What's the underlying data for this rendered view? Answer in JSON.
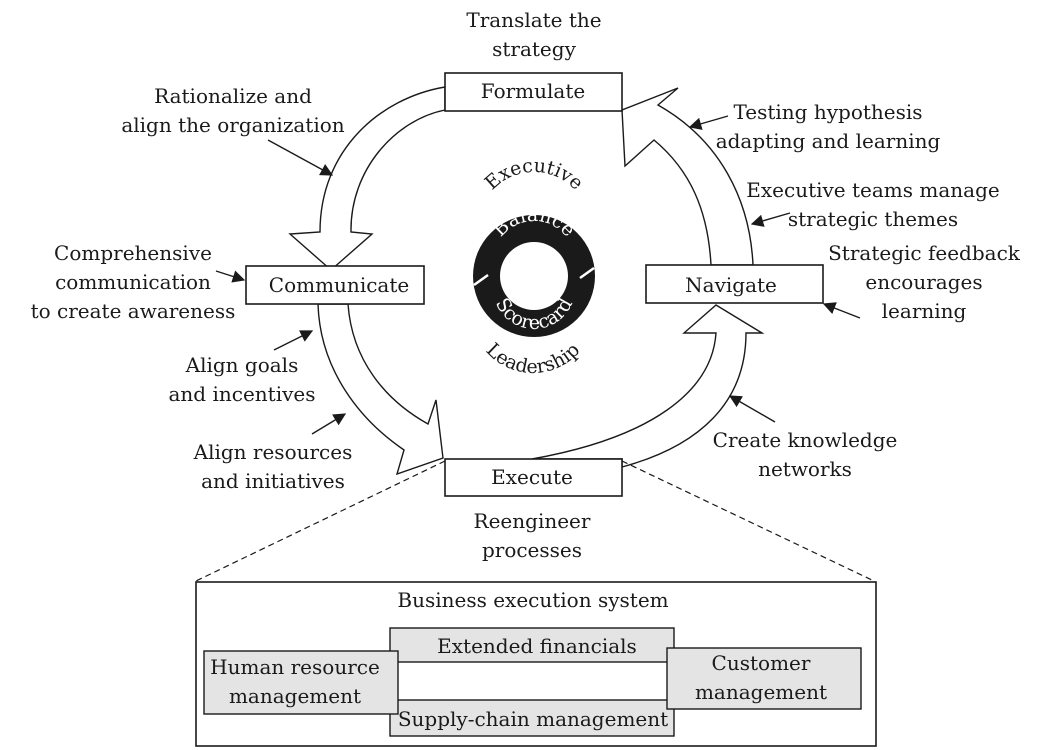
{
  "stages": {
    "formulate": "Formulate",
    "communicate": "Communicate",
    "navigate": "Navigate",
    "execute": "Execute"
  },
  "annotations": {
    "translate": [
      "Translate the",
      "strategy"
    ],
    "rationalize": [
      "Rationalize and",
      "align the organization"
    ],
    "testing": [
      "Testing hypothesis",
      "adapting and learning"
    ],
    "exec_teams": [
      "Executive teams manage",
      "strategic themes"
    ],
    "comprehensive": [
      "Comprehensive",
      "communication",
      "to create awareness"
    ],
    "feedback": [
      "Strategic feedback",
      "encourages",
      "learning"
    ],
    "align_goals": [
      "Align goals",
      "and incentives"
    ],
    "align_resources": [
      "Align resources",
      "and initiatives"
    ],
    "knowledge": [
      "Create knowledge",
      "networks"
    ],
    "reengineer": [
      "Reengineer",
      "processes"
    ]
  },
  "logo": {
    "top_arc": "Executive",
    "inner_top": "Balance",
    "inner_bottom": "Scorecard",
    "bottom_arc": "Leadership"
  },
  "execution_system": {
    "title": "Business execution system",
    "extended_financials": "Extended financials",
    "supply_chain": "Supply-chain management",
    "human_resource": [
      "Human resource",
      "management"
    ],
    "customer": [
      "Customer",
      "management"
    ]
  }
}
